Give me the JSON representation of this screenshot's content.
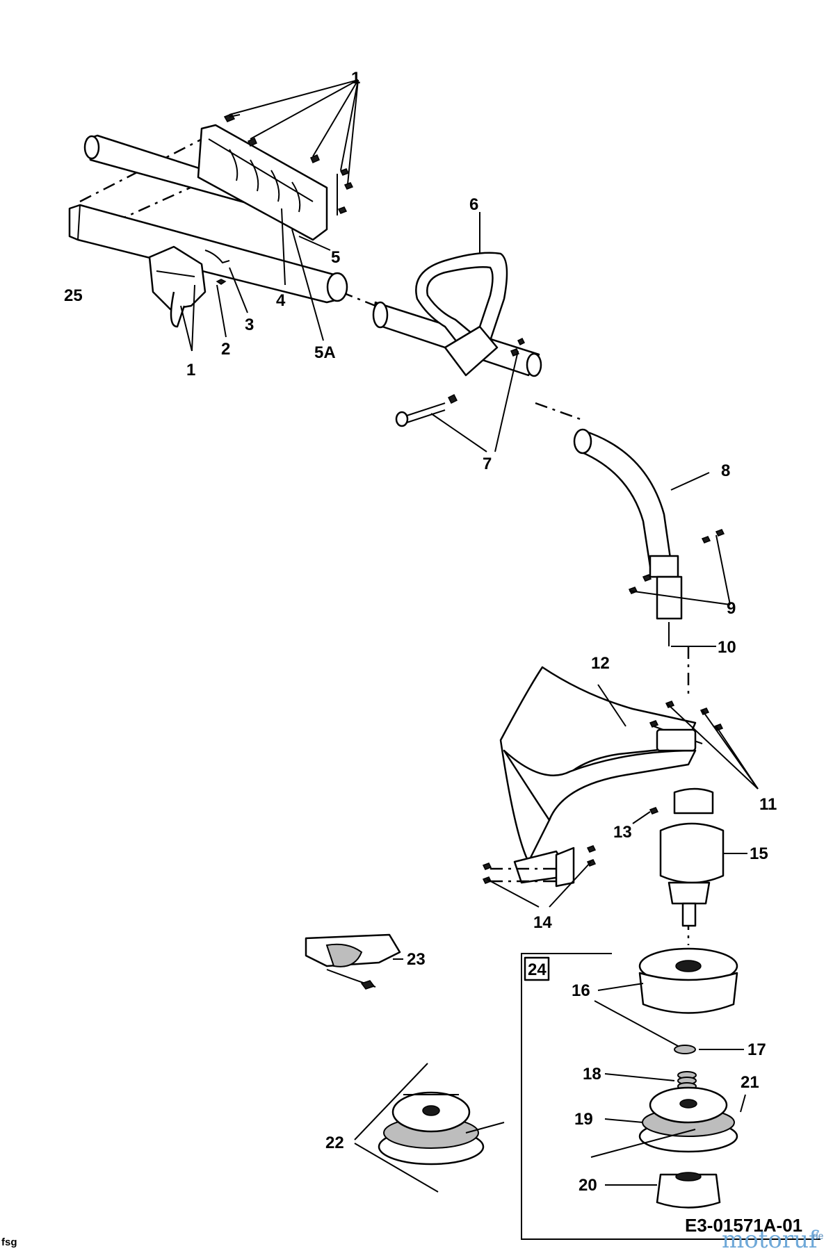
{
  "diagram": {
    "callouts": {
      "p1": "1",
      "p2": "2",
      "p3": "3",
      "p4": "4",
      "p5": "5",
      "p5a": "5A",
      "p6": "6",
      "p7": "7",
      "p8": "8",
      "p9": "9",
      "p10": "10",
      "p11": "11",
      "p12": "12",
      "p13": "13",
      "p14": "14",
      "p15": "15",
      "p16": "16",
      "p17": "17",
      "p18": "18",
      "p19": "19",
      "p20": "20",
      "p21": "21",
      "p22": "22",
      "p23": "23",
      "p24": "24",
      "p25": "25"
    },
    "drawing_number": "E3-01571A-01",
    "corner_code": "fsg",
    "watermark": {
      "name": "motoruf",
      "domain": ".de"
    }
  }
}
